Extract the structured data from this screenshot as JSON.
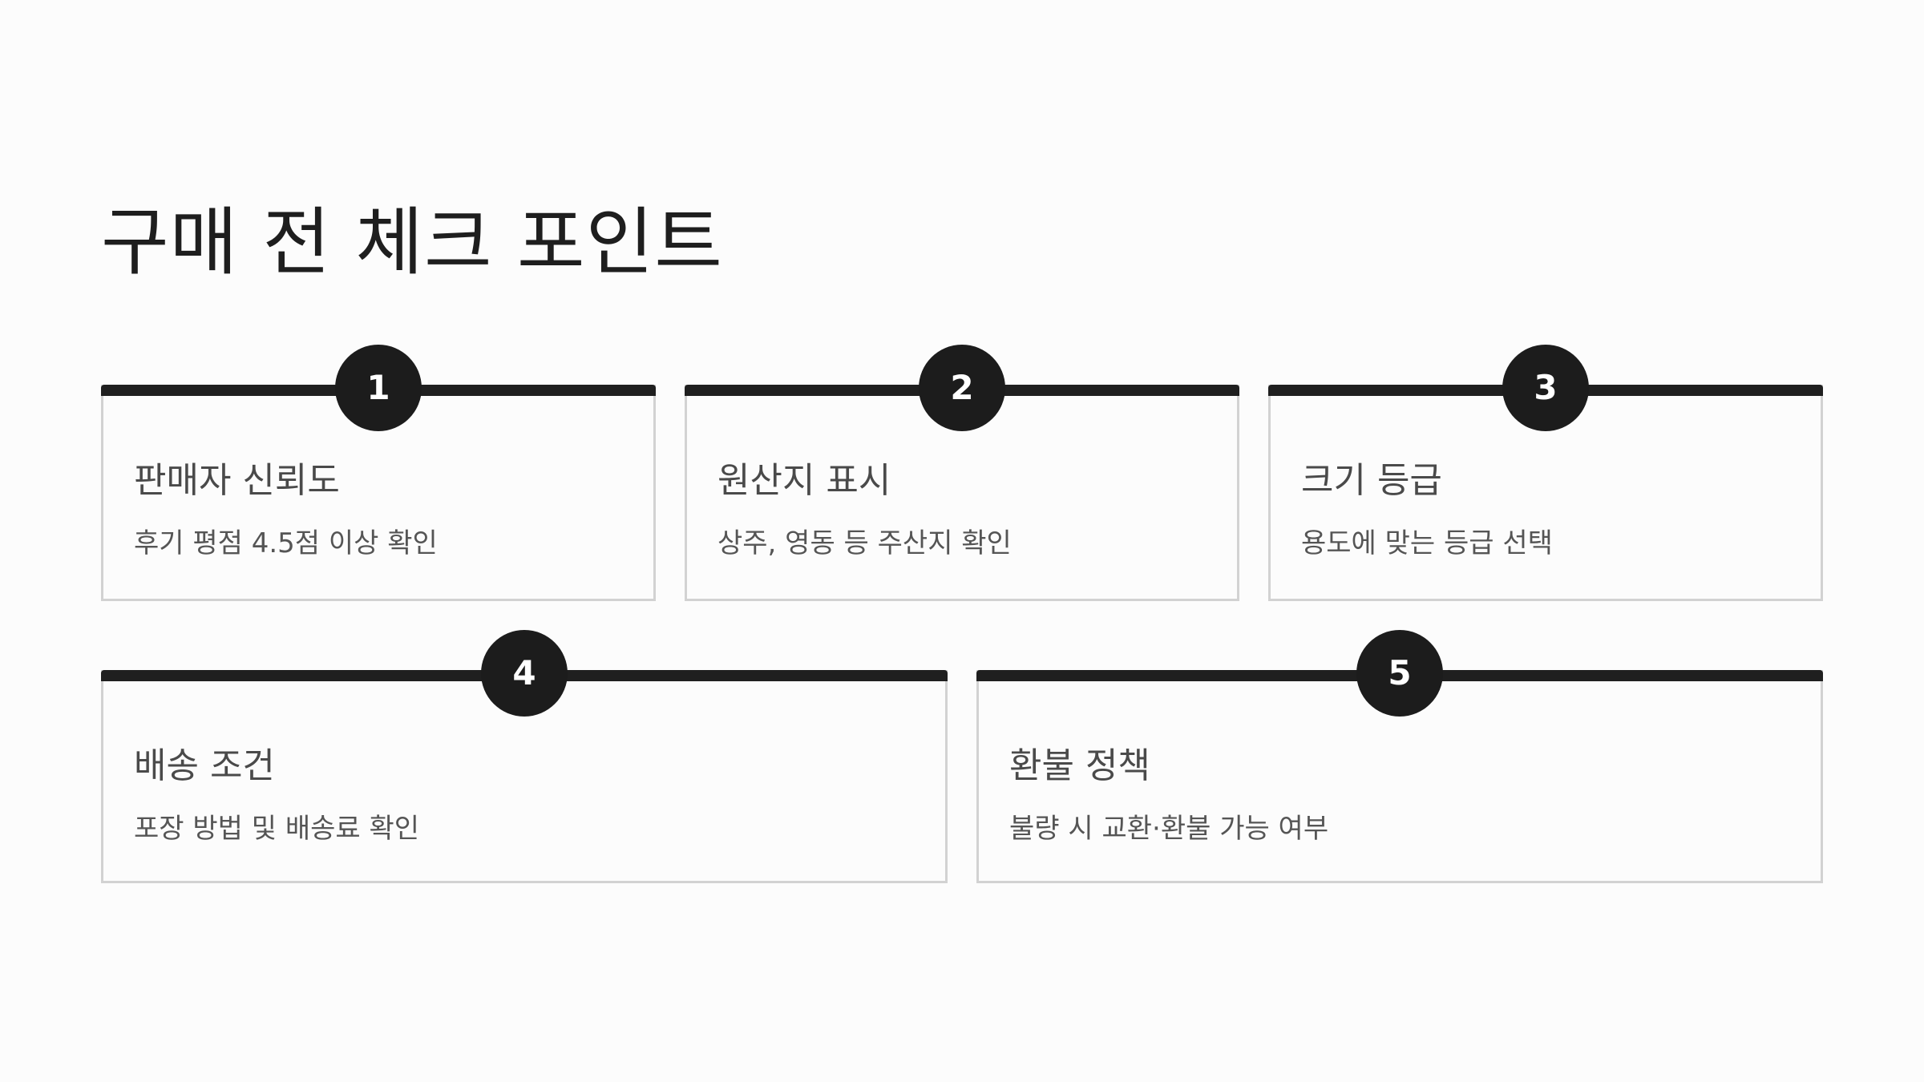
{
  "title": "구매 전 체크 포인트",
  "cards": [
    {
      "number": "1",
      "title": "판매자 신뢰도",
      "description": "후기 평점 4.5점 이상 확인"
    },
    {
      "number": "2",
      "title": "원산지 표시",
      "description": "상주, 영동 등 주산지 확인"
    },
    {
      "number": "3",
      "title": "크기 등급",
      "description": "용도에 맞는 등급 선택"
    },
    {
      "number": "4",
      "title": "배송 조건",
      "description": "포장 방법 및 배송료 확인"
    },
    {
      "number": "5",
      "title": "환불 정책",
      "description": "불량 시 교환·환불 가능 여부"
    }
  ],
  "colors": {
    "background": "#fcfcfc",
    "accent": "#1f1f1f",
    "card_border": "#d2d2d2",
    "badge_text": "#ffffff"
  }
}
